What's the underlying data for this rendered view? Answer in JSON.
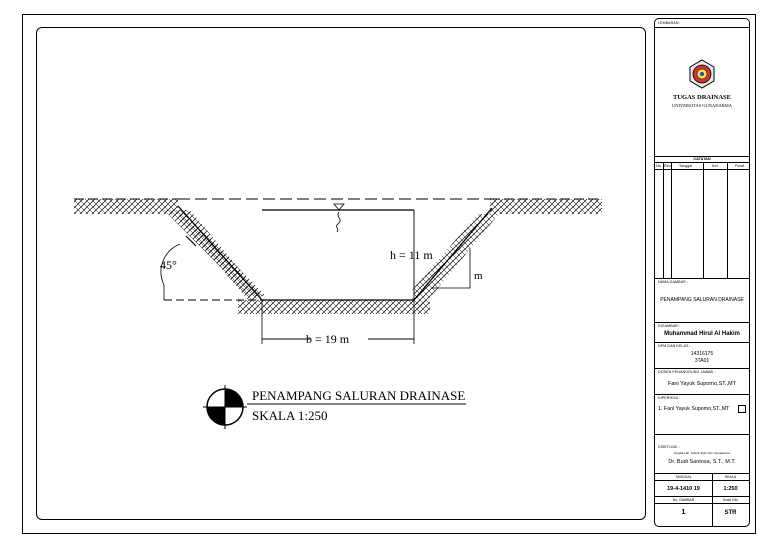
{
  "drawing": {
    "width_label": "b = 19 m",
    "height_label": "h = 11 m",
    "angle_label": "45°",
    "m_label": "m",
    "title": "PENAMPANG SALURAN DRAINASE",
    "scale": "SKALA 1:250"
  },
  "title_block": {
    "sheet_label": "LEMBARAN:",
    "project_title": "TUGAS DRAINASE",
    "university": "UNIVERSITAS GUNADARMA",
    "notes_header": "CATATAN",
    "notes_columns": [
      "No.",
      "Rev.",
      "Tanggal",
      "Ket.",
      "Paraf"
    ],
    "drawing_name_label": "NAMA GAMBAR :",
    "drawing_name": "PENAMPANG SALURAN DRAINASE",
    "drawn_by_label": "DIGAMBAR :",
    "drawn_by": "Muhammad Hirul Al Hakim",
    "npm_label": "NPM DAN KELAS :",
    "npm": "14316175",
    "class": "3TA01",
    "lecturer_label": "DOSEN PENANGGUNG JAWAB :",
    "lecturer": "Fani Yayuk Supomo,ST.,MT",
    "checked_label": "DIPERIKSA :",
    "checked_by": "1. Fani Yayuk Supomo,ST.,MT",
    "approved_label": "DISETUJUI :",
    "approved_role": "Kepala Lab. Teknik Sipil Univ. Gunadarma",
    "approved_by": "Dr. Budi Santosa, S.T., M.T.",
    "date_label": "TANGGAL",
    "scale_label": "SKALA",
    "date": "19-4-1410 19",
    "scale": "1:250",
    "number_label": "No. GAMBAR",
    "total_label": "Kode Gbr",
    "number": "1",
    "total": "STR"
  }
}
